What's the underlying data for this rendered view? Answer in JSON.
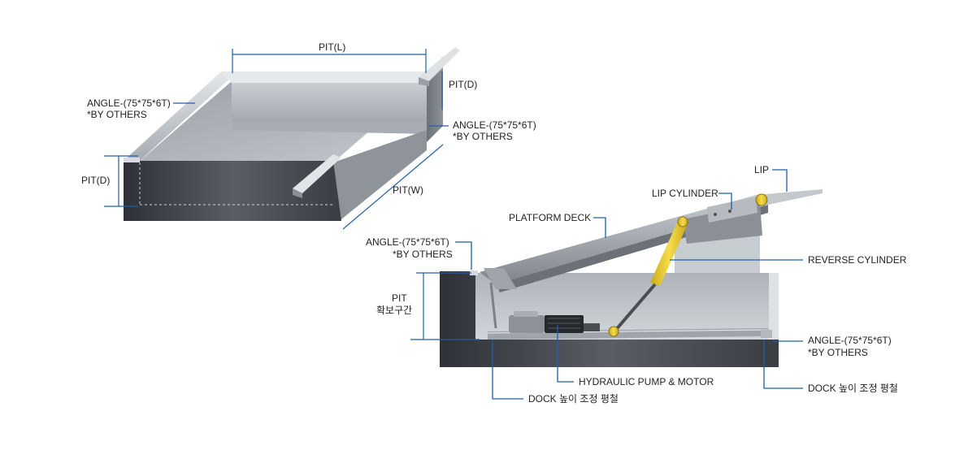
{
  "left_figure": {
    "pit_length": "PIT(L)",
    "pit_depth_right": "PIT(D)",
    "pit_depth_left": "PIT(D)",
    "pit_width": "PIT(W)",
    "angle_left_line1": "ANGLE-(75*75*6T)",
    "angle_left_line2": "*BY OTHERS",
    "angle_right_line1": "ANGLE-(75*75*6T)",
    "angle_right_line2": "*BY OTHERS"
  },
  "right_figure": {
    "lip": "LIP",
    "lip_cylinder": "LIP CYLINDER",
    "platform_deck": "PLATFORM DECK",
    "reverse_cylinder": "REVERSE CYLINDER",
    "angle_top_line1": "ANGLE-(75*75*6T)",
    "angle_top_line2": "*BY OTHERS",
    "pit_clear_line1": "PIT",
    "pit_clear_line2": "확보구간",
    "angle_bottom_line1": "ANGLE-(75*75*6T)",
    "angle_bottom_line2": "*BY OTHERS",
    "hydraulic_pump": "HYDRAULIC PUMP & MOTOR",
    "dock_steel_right": "DOCK 높이 조정 평철",
    "dock_steel_left": "DOCK 높이 조정 평철"
  },
  "colors": {
    "leader": "#1f5fa8",
    "cylinder": "#f2d22e",
    "steel_dark": "#3a3d42",
    "steel_light": "#c9ced4"
  }
}
